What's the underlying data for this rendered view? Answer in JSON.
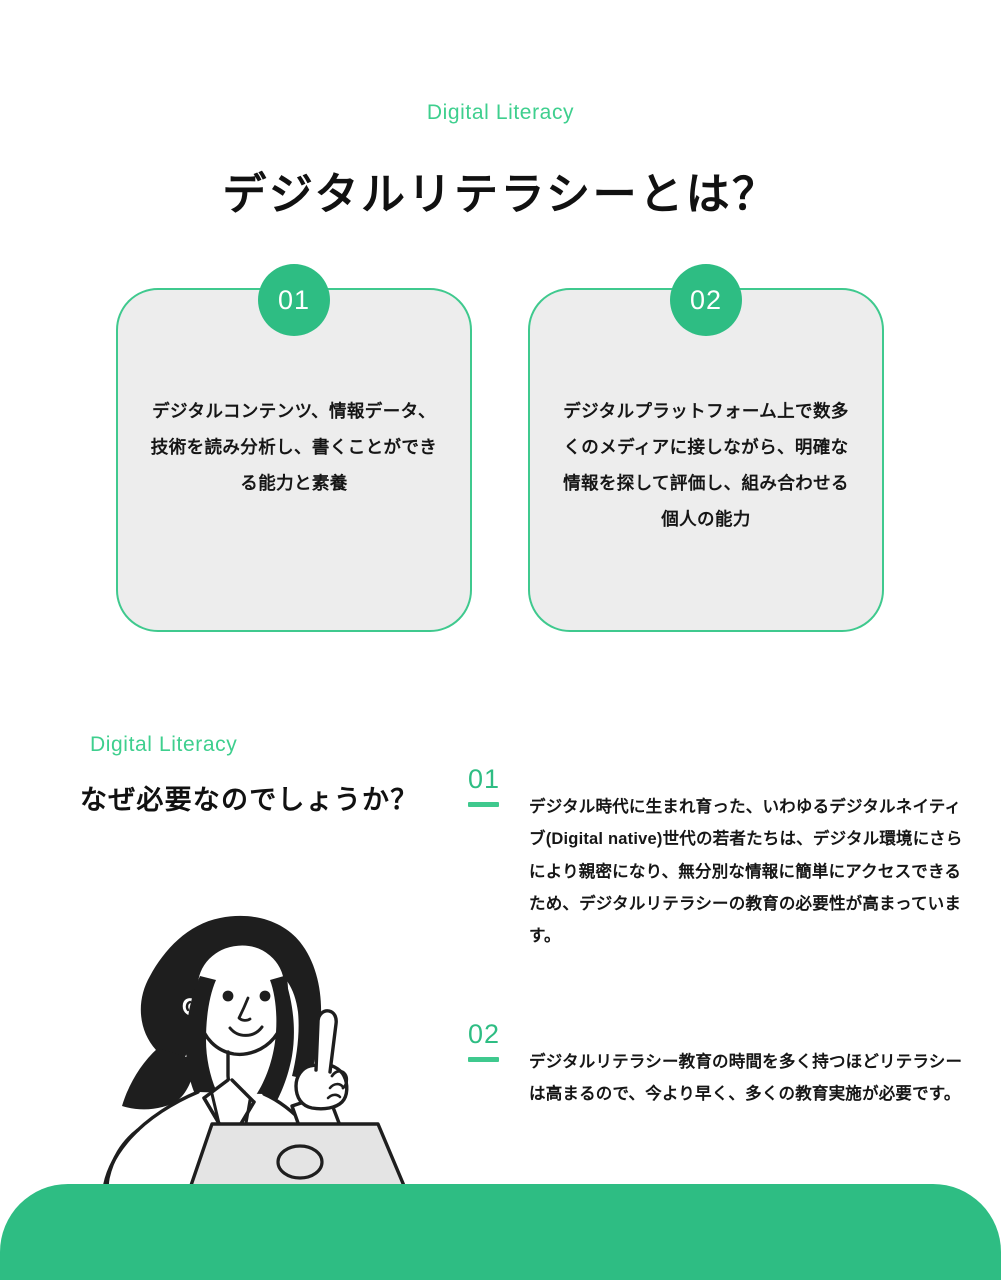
{
  "theme": {
    "accent_green": "#3ECF8E",
    "badge_green": "#2EBD83",
    "card_bg": "#EDEDED",
    "card_border": "#3FC98E",
    "text_dark": "#161616",
    "page_bg": "#FFFFFF"
  },
  "header": {
    "eyebrow": "Digital Literacy",
    "title": "デジタルリテラシーとは？"
  },
  "cards": [
    {
      "number": "01",
      "text": "デジタルコンテンツ、情報データ、技術を読み分析し、書くことができる能力と素養"
    },
    {
      "number": "02",
      "text": "デジタルプラットフォーム上で数多くのメディアに接しながら、明確な情報を探して評価し、組み合わせる個人の能力"
    }
  ],
  "lower_section": {
    "eyebrow": "Digital Literacy",
    "heading": "なぜ必要なのでしょうか？",
    "points": [
      {
        "number": "01",
        "text": "デジタル時代に生まれ育った、いわゆるデジタルネイティブ(Digital native)世代の若者たちは、デジタル環境にさらにより親密になり、無分別な情報に簡単にアクセスできるため、デジタルリテラシーの教育の必要性が高まっています。"
      },
      {
        "number": "02",
        "text": "デジタルリテラシー教育の時間を多く持つほどリテラシーは高まるので、今より早く、多くの教育実施が必要です。"
      }
    ]
  },
  "illustration": {
    "name": "woman-pointing-with-laptop",
    "badge_color": "#00B97A",
    "laptop_color": "#E4E4E4",
    "hair_color": "#1E1E1E"
  }
}
